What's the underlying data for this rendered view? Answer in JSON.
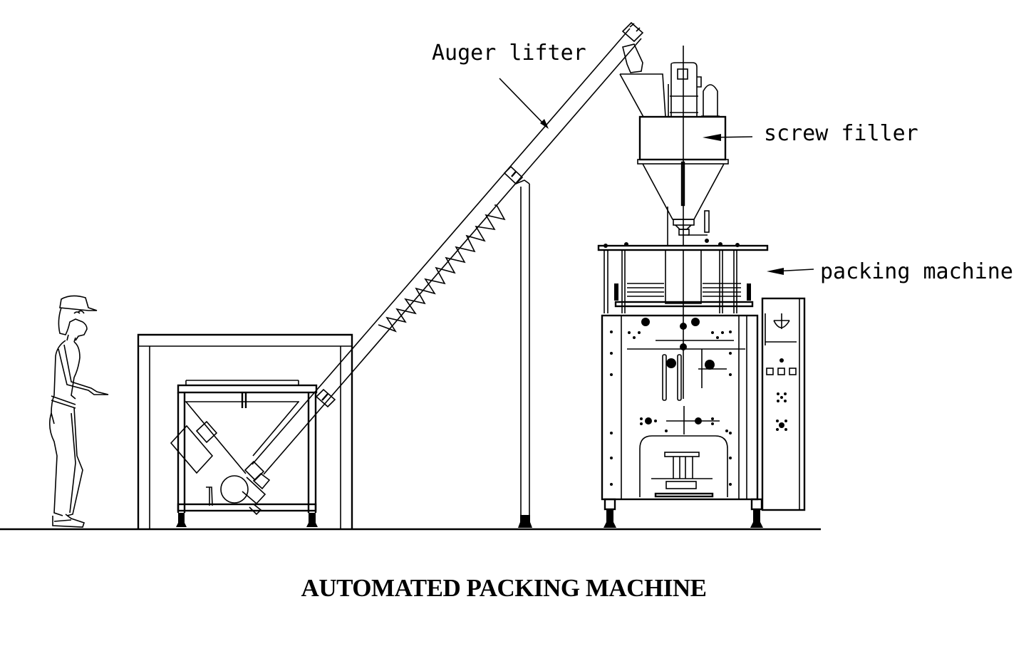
{
  "diagram": {
    "title": "AUTOMATED PACKING MACHINE",
    "labels": {
      "auger_lifter": "Auger lifter",
      "screw_filler": "screw filler",
      "packing_machine": "packing machine"
    },
    "components": [
      {
        "name": "operator",
        "kind": "human-figure"
      },
      {
        "name": "feed-hopper",
        "kind": "hopper-with-frame"
      },
      {
        "name": "auger-lifter",
        "kind": "inclined-screw-conveyor"
      },
      {
        "name": "support-column",
        "kind": "column"
      },
      {
        "name": "screw-filler",
        "kind": "auger-filler"
      },
      {
        "name": "packing-machine",
        "kind": "vertical-form-fill-seal"
      },
      {
        "name": "control-cabinet",
        "kind": "electrical-cabinet"
      }
    ],
    "colors": {
      "line": "#000000",
      "background": "#ffffff"
    }
  }
}
